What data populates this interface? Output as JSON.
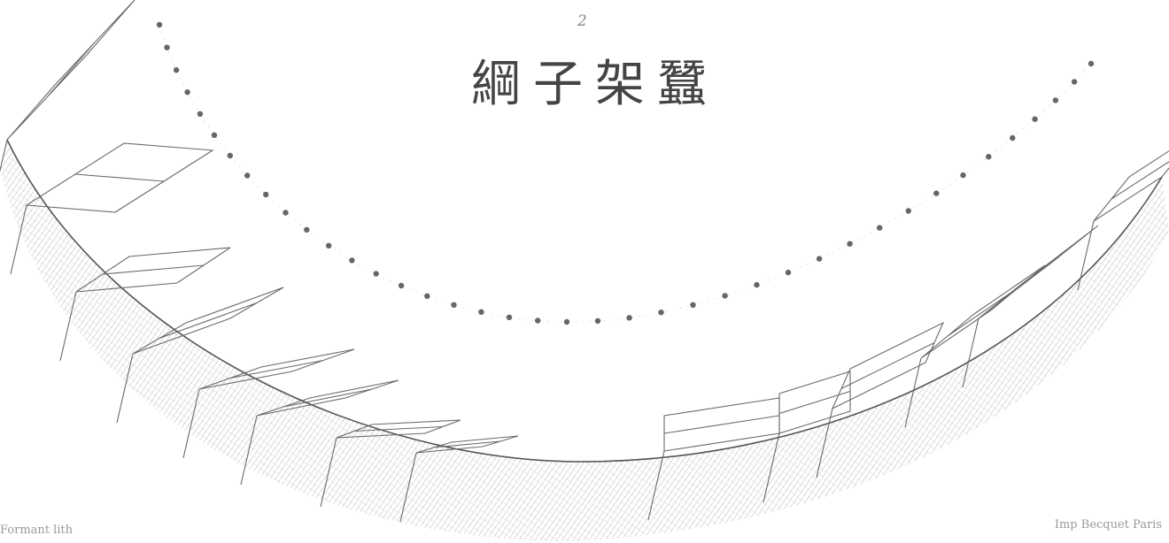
{
  "plate": {
    "page_number": "2",
    "title": "綱子架蠶",
    "credit_left": "Formant lith",
    "credit_right": "Imp Becquet Paris"
  },
  "colors": {
    "paper": "#ffffff",
    "ink": "#555555",
    "dot": "#666666",
    "hatch": "#b8b8b8"
  },
  "illustration": {
    "subject": "curved trellis of tray frames with a hanging rope of beads",
    "rope_bead_count": 40,
    "frame_count": 14
  }
}
